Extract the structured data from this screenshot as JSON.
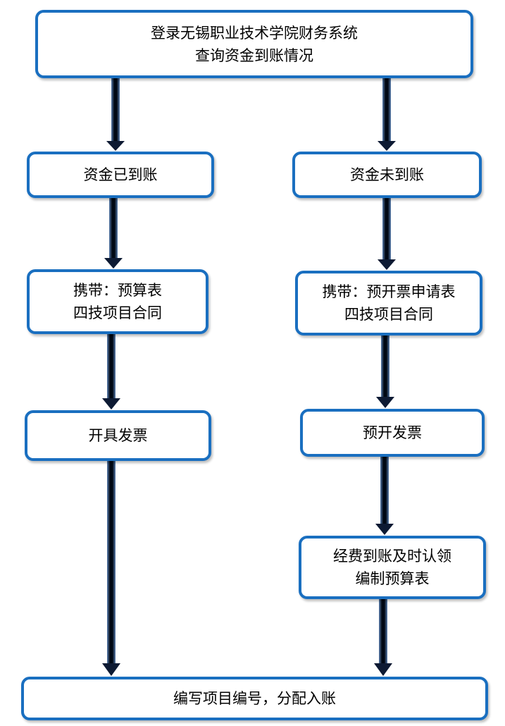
{
  "diagram": {
    "nodes": {
      "top": {
        "line1": "登录无锡职业技术学院财务系统",
        "line2": "查询资金到账情况"
      },
      "left1": {
        "line1": "资金已到账"
      },
      "right1": {
        "line1": "资金未到账"
      },
      "left2": {
        "line1": "携带：预算表",
        "line2": "四技项目合同"
      },
      "right2": {
        "line1": "携带：预开票申请表",
        "line2": "四技项目合同"
      },
      "left3": {
        "line1": "开具发票"
      },
      "right3": {
        "line1": "预开发票"
      },
      "right4": {
        "line1": "经费到账及时认领",
        "line2": "编制预算表"
      },
      "bottom": {
        "line1": "编写项目编号，分配入账"
      }
    },
    "edges": [
      [
        "top",
        "left1"
      ],
      [
        "top",
        "right1"
      ],
      [
        "left1",
        "left2"
      ],
      [
        "right1",
        "right2"
      ],
      [
        "left2",
        "left3"
      ],
      [
        "right2",
        "right3"
      ],
      [
        "right3",
        "right4"
      ],
      [
        "left3",
        "bottom"
      ],
      [
        "right4",
        "bottom"
      ]
    ],
    "colors": {
      "box_border": "#1a6fc0",
      "arrow": "#0d1a33",
      "arrow_edge": "#4a6fa0"
    }
  }
}
